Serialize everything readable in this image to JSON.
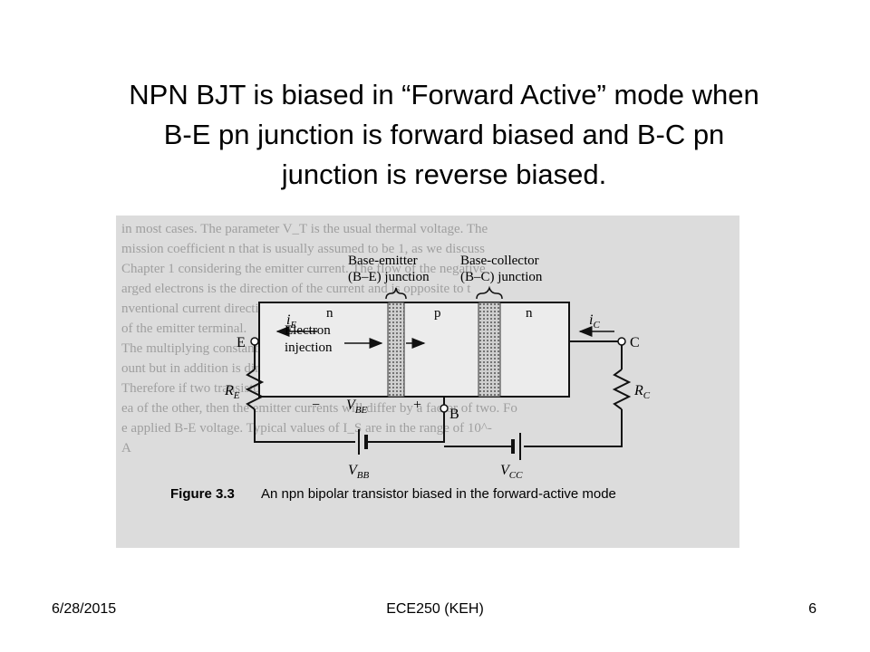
{
  "slide": {
    "title_lines": [
      "NPN BJT is biased in “Forward Active” mode when",
      "B-E pn junction is forward biased and B-C pn",
      "junction is reverse biased."
    ]
  },
  "figure": {
    "background_text": [
      "in most cases. The parameter V_T is the usual thermal voltage. The",
      "mission coefficient n that is usually assumed to be 1, as we discuss",
      "Chapter 1 considering the emitter current. The flow of the negative",
      "arged electrons is the direction of the current and is opposite to t",
      "nventional current direction. The current is therefore",
      "of the emitter terminal.",
      "The multiplying constant is a factor of electrical parameters of the jun",
      "ount but in addition is directly proportional to the active B-E cross-sectio",
      "Therefore if two transistors are identical except that one has twice t",
      "ea of the other, then the emitter currents will differ by a factor of two. Fo",
      "e applied B-E voltage. Typical values of I_S are in the range of 10^-",
      "A"
    ],
    "labels": {
      "be_junction": "Base-emitter",
      "be_junction_2": "(B–E) junction",
      "bc_junction": "Base-collector",
      "bc_junction_2": "(B–C) junction",
      "region_n_left": "n",
      "region_p": "p",
      "region_n_right": "n",
      "emitter": "E",
      "collector": "C",
      "base": "B",
      "ie": "i",
      "ie_sub": "E",
      "ic": "i",
      "ic_sub": "C",
      "electron": "Electron",
      "injection": "injection",
      "re": "R",
      "re_sub": "E",
      "rc": "R",
      "rc_sub": "C",
      "vbe": "V",
      "vbe_sub": "BE",
      "vbb": "V",
      "vbb_sub": "BB",
      "vcc": "V",
      "vcc_sub": "CC",
      "plus": "+",
      "minus": "−"
    },
    "caption_label": "Figure 3.3",
    "caption_text": "An npn bipolar transistor biased in the forward-active mode"
  },
  "footer": {
    "date": "6/28/2015",
    "course": "ECE250 (KEH)",
    "page": "6"
  }
}
